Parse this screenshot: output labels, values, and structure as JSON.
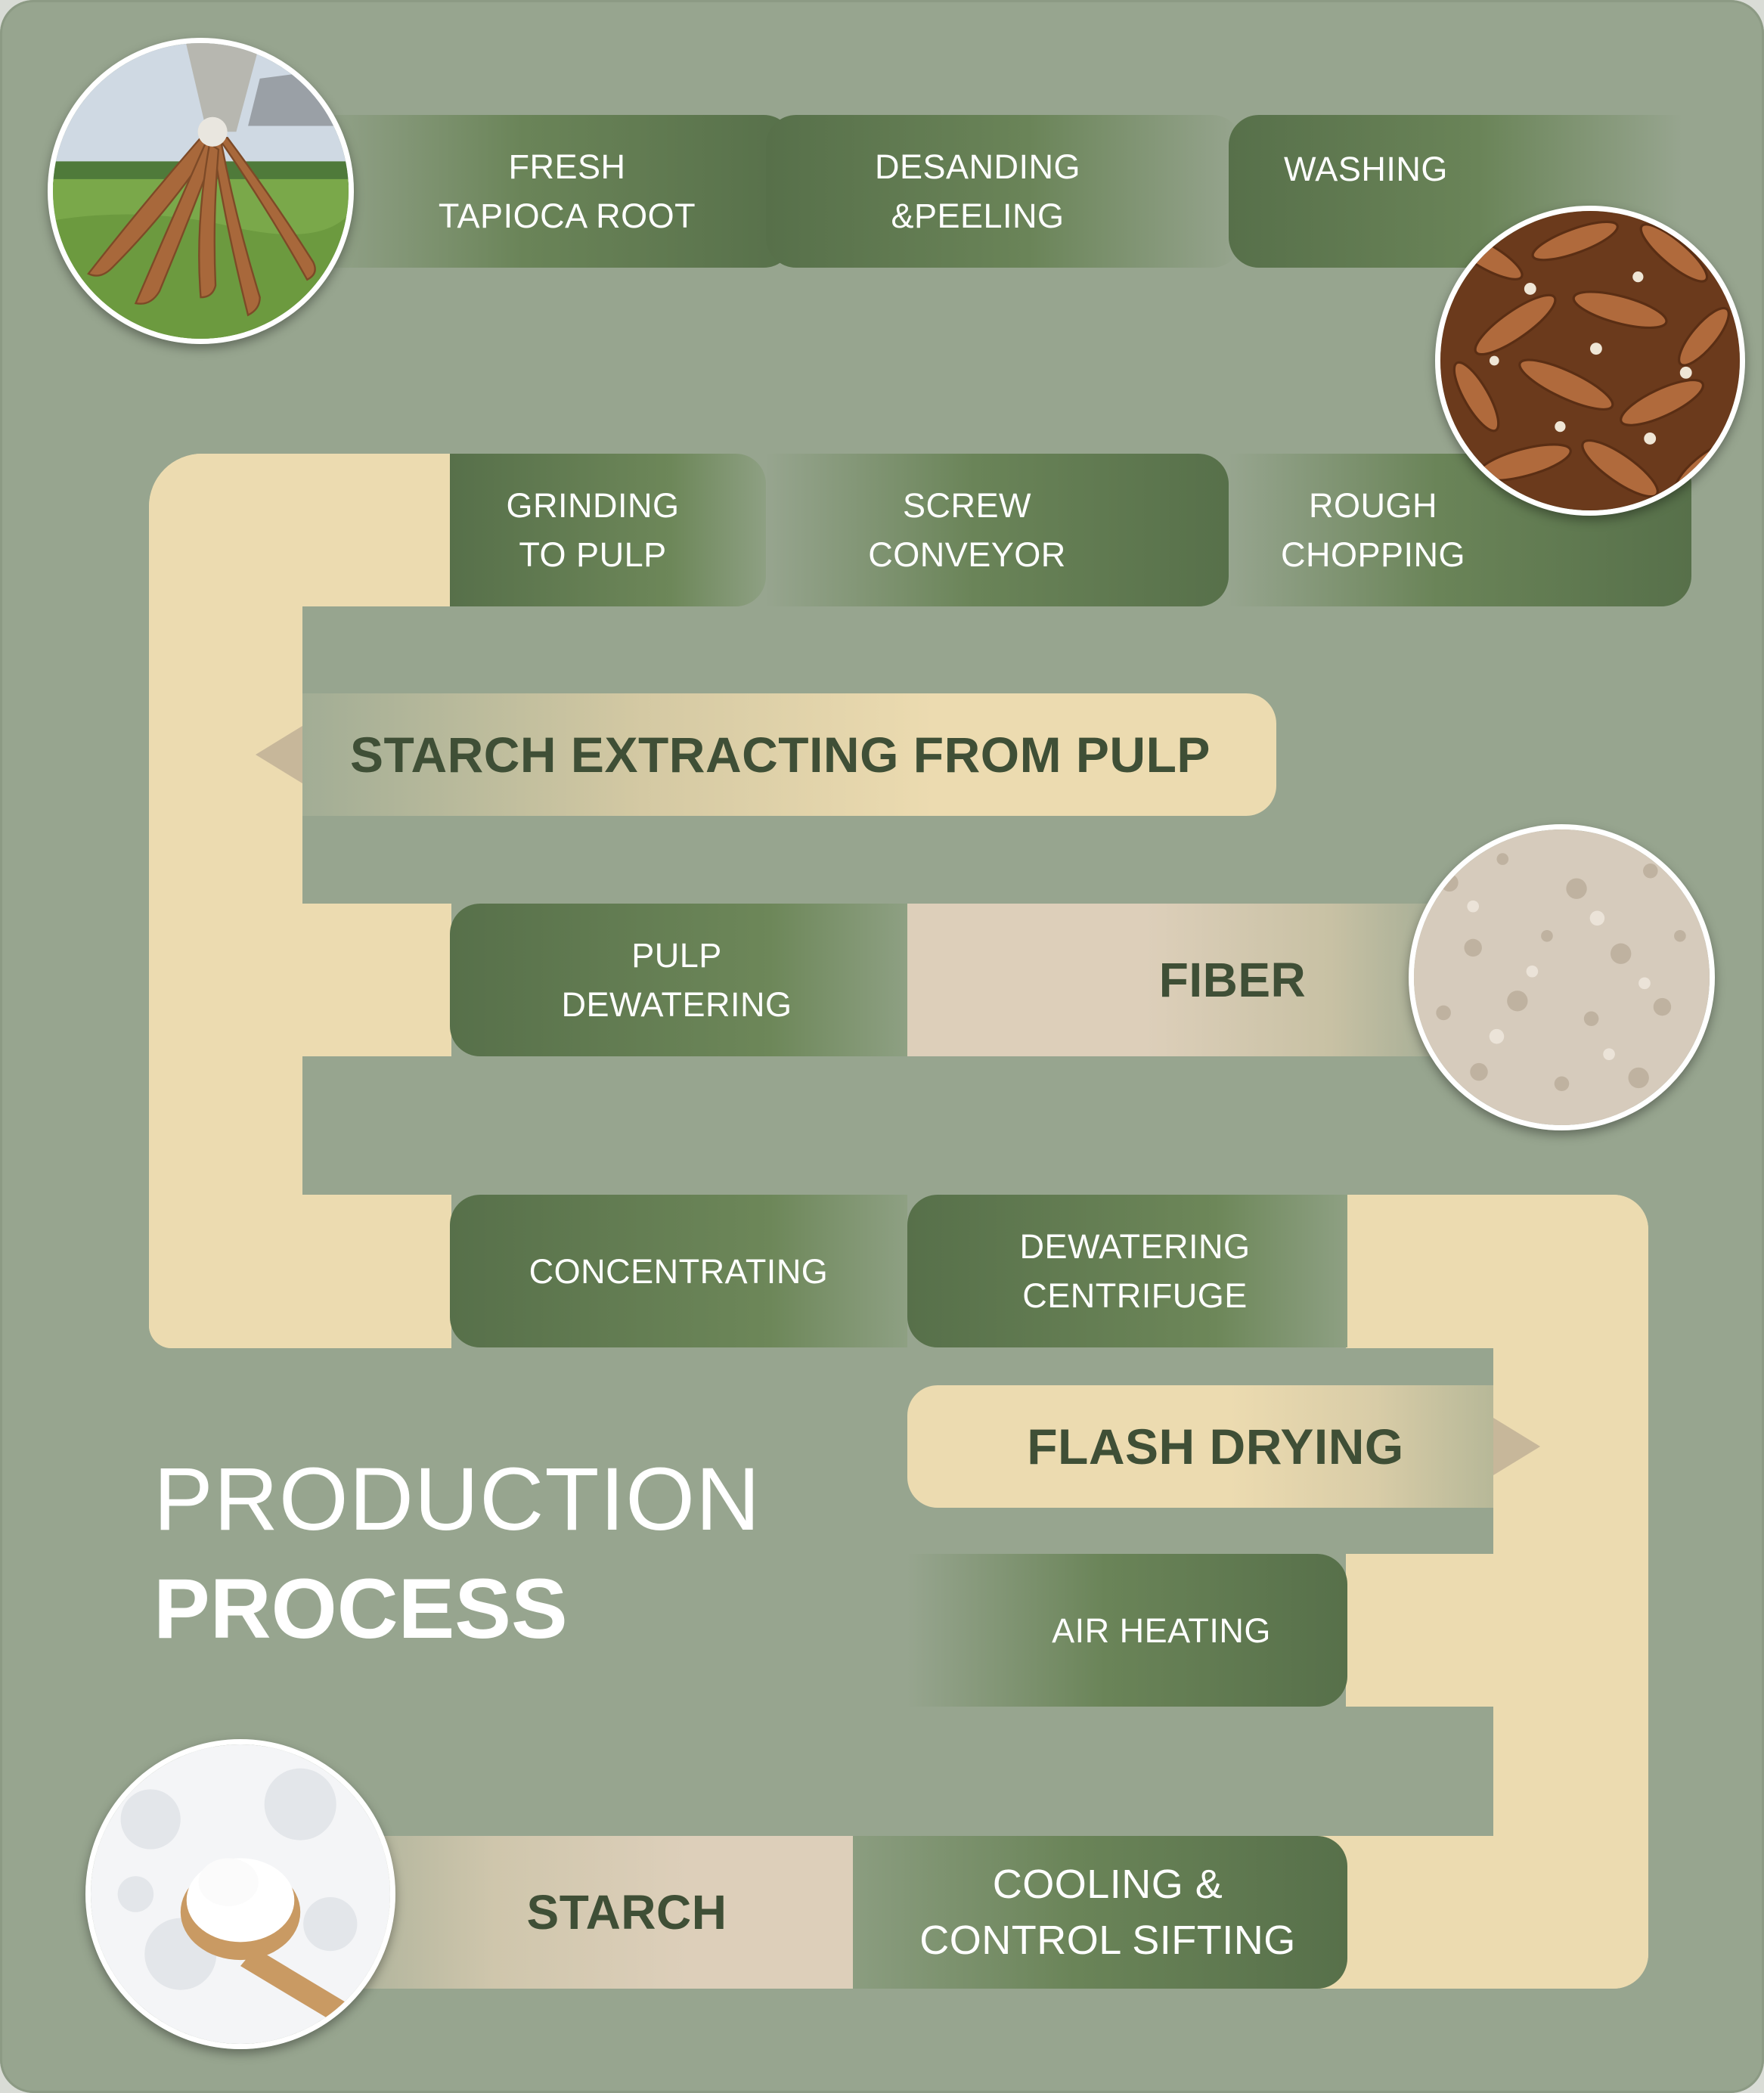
{
  "title": {
    "line1": "PRODUCTION",
    "line2": "PROCESS"
  },
  "steps": {
    "fresh_root": "FRESH\nTAPIOCA  ROOT",
    "desanding": "DESANDING\n&PEELING",
    "washing": "WASHING",
    "grinding": "GRINDING\nTO PULP",
    "screw_conveyor": "SCREW\nCONVEYOR",
    "rough_chopping": "ROUGH\nCHOPPING",
    "starch_extracting": "STARCH EXTRACTING FROM PULP",
    "pulp_dewatering": "PULP\nDEWATERING",
    "fiber": "FIBER",
    "concentrating": "CONCENTRATING",
    "dewatering_centrifuge": "DEWATERING\nCENTRIFUGE",
    "flash_drying": "FLASH DRYING",
    "air_heating": "AIR HEATING",
    "cooling_sifting": "COOLING &\nCONTROL SIFTING",
    "starch": "STARCH"
  },
  "colors": {
    "background": "#97a58f",
    "dark_green": "#57704a",
    "cream": "#ecdbb0",
    "beige": "#ddcfba",
    "dark_text": "#3f4f36"
  },
  "photos": [
    "tapioca-harvest-photo",
    "cassava-pile-photo",
    "fiber-pulp-photo",
    "starch-powder-photo"
  ]
}
